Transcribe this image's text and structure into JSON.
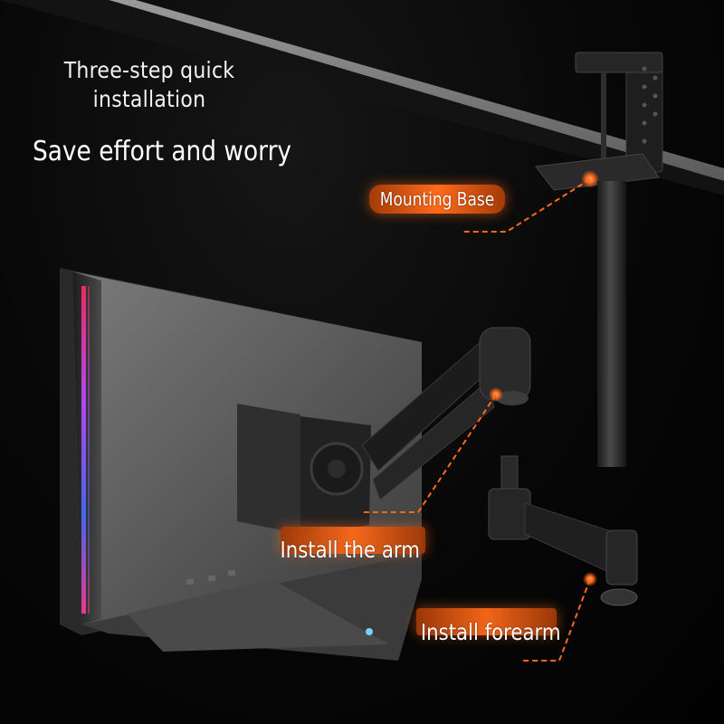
{
  "headline": "Three-step quick\ninstallation",
  "subhead": "Save effort and worry",
  "callouts": {
    "mounting_base": "Mounting Base",
    "install_arm": "Install the arm",
    "install_forearm": "Install forearm"
  },
  "colors": {
    "accent": "#ff6a1a",
    "accent_dark": "#a23a08",
    "background": "#050505",
    "text": "#ffffff"
  }
}
